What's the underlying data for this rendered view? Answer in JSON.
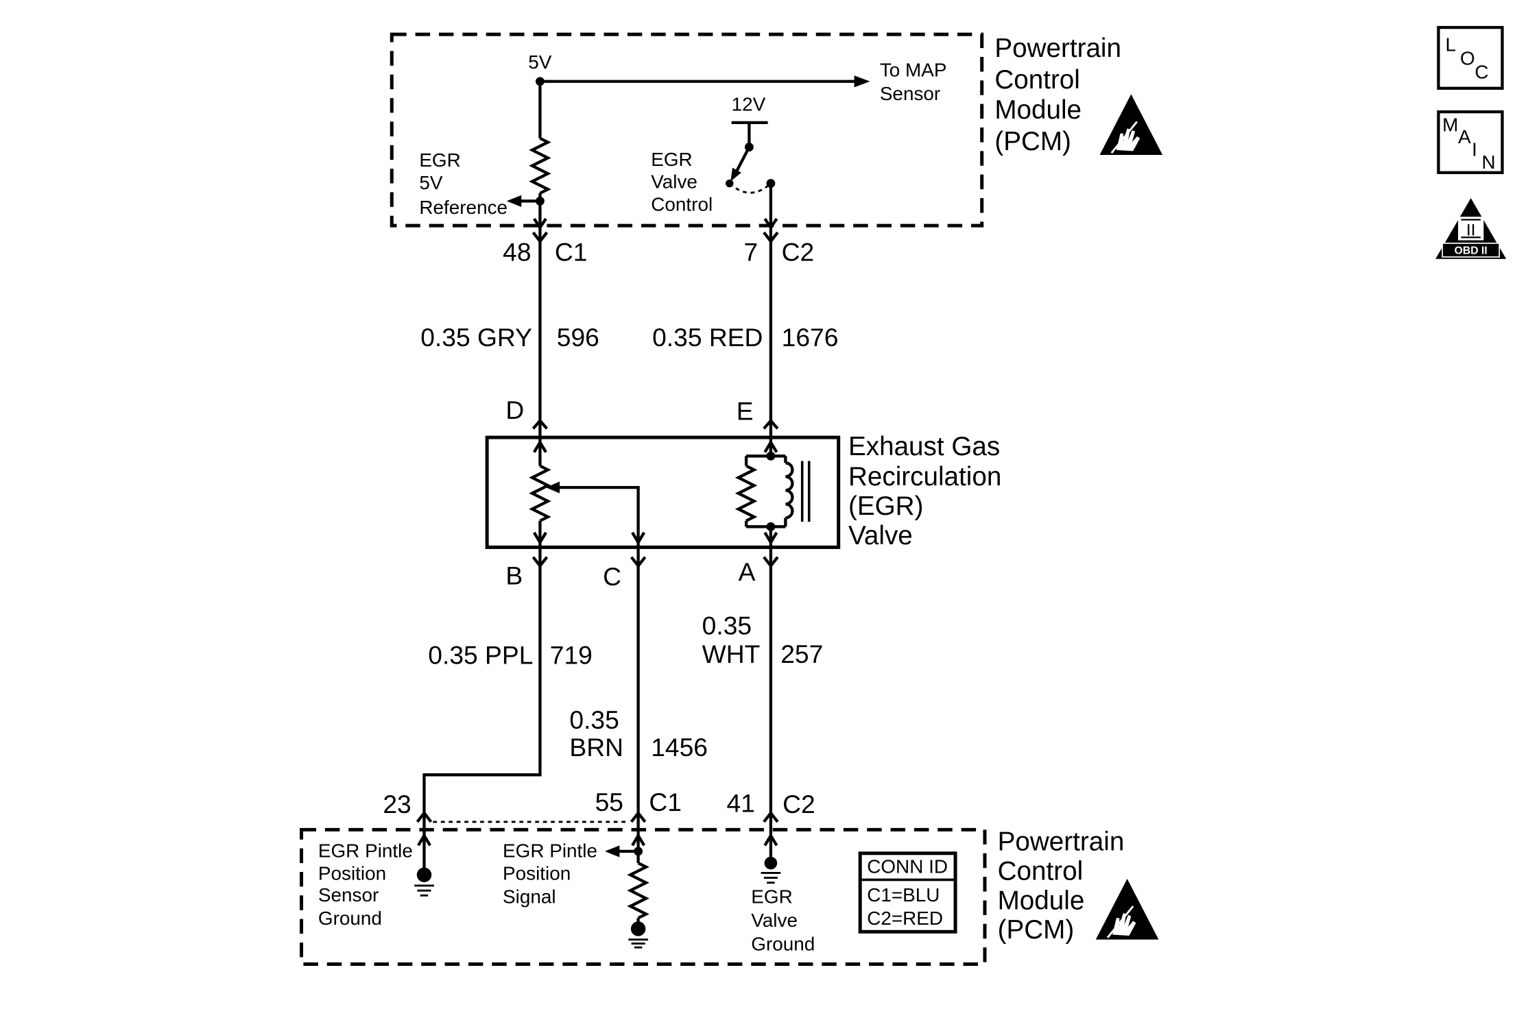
{
  "colors": {
    "line": "#000000",
    "background": "#ffffff"
  },
  "pcm_top": {
    "label": [
      "Powertrain",
      "Control",
      "Module",
      "(PCM)"
    ],
    "supply_5v": "5V",
    "to_map_sensor": [
      "To MAP",
      "Sensor"
    ],
    "egr_5v_reference": [
      "EGR",
      "5V",
      "Reference"
    ],
    "supply_12v": "12V",
    "egr_valve_control": [
      "EGR",
      "Valve",
      "Control"
    ],
    "icon": "esd-warning-icon"
  },
  "pcm_top_pins": {
    "reference_pin": "48",
    "reference_connector": "C1",
    "control_pin": "7",
    "control_connector": "C2"
  },
  "wires": {
    "reference": {
      "gauge_color": "0.35 GRY",
      "circuit": "596"
    },
    "control": {
      "gauge_color": "0.35 RED",
      "circuit": "1676"
    },
    "pintle_ground": {
      "gauge_color": "0.35 PPL",
      "circuit": "719"
    },
    "pintle_signal": {
      "gauge": "0.35",
      "color": "BRN",
      "circuit": "1456"
    },
    "valve_ground": {
      "gauge": "0.35",
      "color": "WHT",
      "circuit": "257"
    }
  },
  "egr_valve": {
    "label": [
      "Exhaust Gas",
      "Recirculation",
      "(EGR)",
      "Valve"
    ],
    "pins": {
      "d": "D",
      "e": "E",
      "b": "B",
      "c": "C",
      "a": "A"
    }
  },
  "pcm_bottom": {
    "label": [
      "Powertrain",
      "Control",
      "Module",
      "(PCM)"
    ],
    "pins": {
      "pintle_ground_pin": "23",
      "pintle_signal_pin": "55",
      "signal_connector": "C1",
      "valve_ground_pin": "41",
      "valve_connector": "C2"
    },
    "pintle_sensor_ground": [
      "EGR Pintle",
      "Position",
      "Sensor",
      "Ground"
    ],
    "pintle_position_signal": [
      "EGR Pintle",
      "Position",
      "Signal"
    ],
    "egr_valve_ground": [
      "EGR",
      "Valve",
      "Ground"
    ],
    "conn_id": {
      "title": "CONN ID",
      "c1": "C1=BLU",
      "c2": "C2=RED"
    },
    "icon": "esd-warning-icon"
  },
  "side_icons": {
    "loc": {
      "icon": "loc-icon",
      "letters": [
        "L",
        "O",
        "C"
      ]
    },
    "main": {
      "icon": "main-icon",
      "letters": [
        "M",
        "A",
        "I",
        "N"
      ]
    },
    "obd": {
      "icon": "obd-ii-icon",
      "numeral": "II",
      "label": "OBD II"
    }
  }
}
